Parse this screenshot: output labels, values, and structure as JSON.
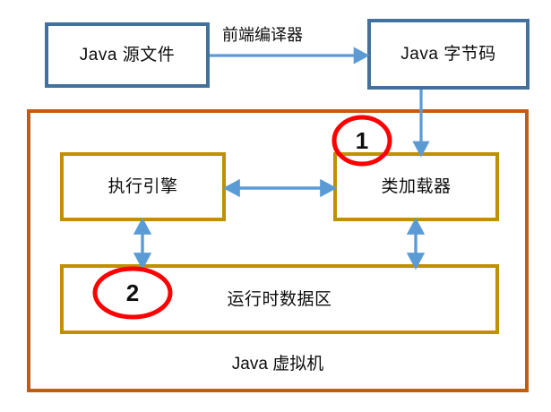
{
  "diagram": {
    "title_text": "Java 虚拟机",
    "colors": {
      "blue_border": "#41719C",
      "gold_border": "#BF9000",
      "orange_border": "#C55A11",
      "arrow_blue": "#5B9BD5",
      "marker_red": "#FF0000",
      "text": "#0D0D0D",
      "background": "#FFFFFF"
    },
    "nodes": {
      "source_file": "Java 源文件",
      "bytecode": "Java 字节码",
      "execution_engine": "执行引擎",
      "class_loader": "类加载器",
      "runtime_data_area": "运行时数据区"
    },
    "edges": {
      "frontend_compiler": "前端编译器"
    },
    "markers": {
      "one": "1",
      "two": "2"
    }
  }
}
